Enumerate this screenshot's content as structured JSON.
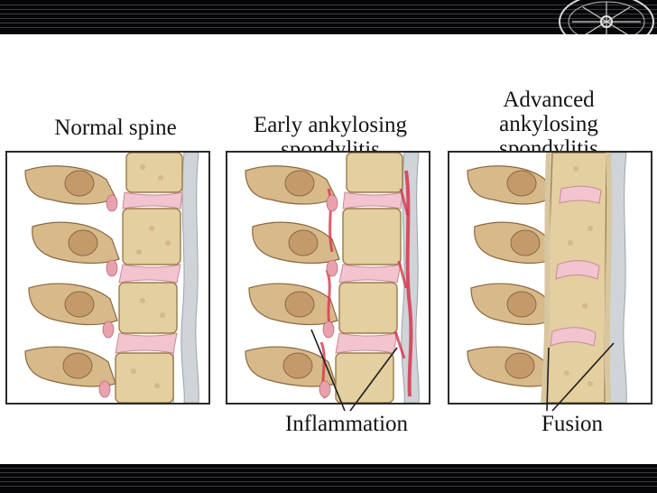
{
  "slide": {
    "panels": [
      {
        "title": "Normal spine"
      },
      {
        "title": "Early ankylosing\nspondylitis"
      },
      {
        "title": "Advanced\nankylosing\nspondylitis"
      }
    ],
    "callouts": {
      "inflammation": "Inflammation",
      "fusion": "Fusion"
    }
  },
  "colors": {
    "bar": "#050506",
    "bone": "#e3cf9f",
    "disc": "#f1c4cf",
    "inflammation": "#d6364c",
    "cord": "#cfd4d8"
  }
}
